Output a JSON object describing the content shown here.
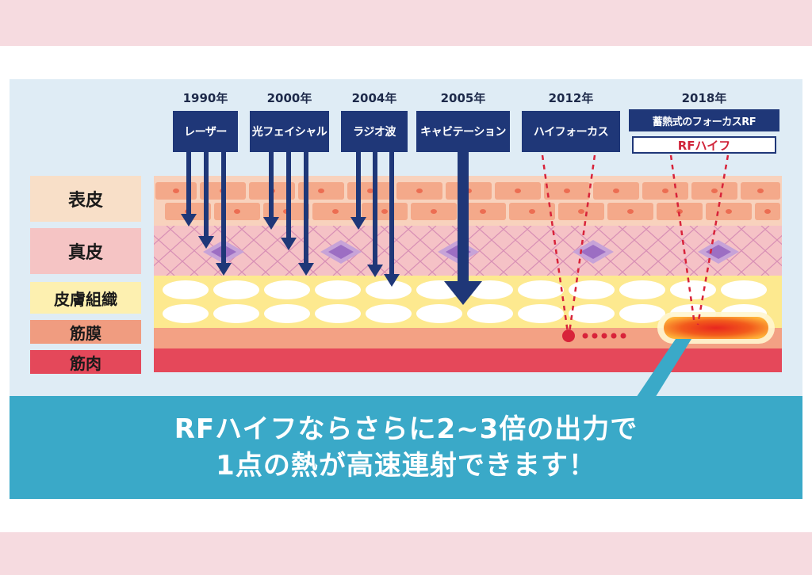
{
  "timeline": [
    {
      "year": "1990年",
      "label": "レーザー"
    },
    {
      "year": "2000年",
      "label": "光フェイシャル"
    },
    {
      "year": "2004年",
      "label": "ラジオ波"
    },
    {
      "year": "2005年",
      "label": "キャビテーション"
    },
    {
      "year": "2012年",
      "label": "ハイフォーカス"
    },
    {
      "year": "2018年",
      "label": "蓄熱式のフォーカスRF",
      "sublabel": "RFハイフ"
    }
  ],
  "layers": [
    {
      "label": "表皮",
      "color": "#f8dfc8"
    },
    {
      "label": "真皮",
      "color": "#f5c4c4"
    },
    {
      "label": "皮膚組織",
      "color": "#fdf0b0"
    },
    {
      "label": "筋膜",
      "color": "#f09c80"
    },
    {
      "label": "筋肉",
      "color": "#e4485a"
    }
  ],
  "callout": {
    "line1": "RFハイフならさらに2~3倍の出力で",
    "line2": "1点の熱が高速連射できます！"
  },
  "colors": {
    "arrow": "#1f3778",
    "dotted_line": "#d8233a",
    "callout_bg": "#3aa9c8",
    "panel_bg": "#dfecf5",
    "band": "#f6dbe0"
  }
}
